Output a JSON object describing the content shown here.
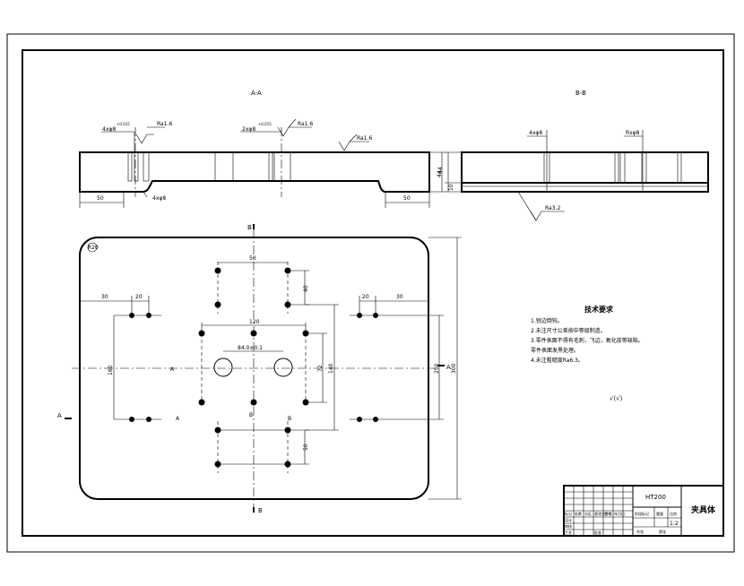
{
  "sections": {
    "aa_title": "A-A",
    "bb_title": "B-B"
  },
  "section_aa": {
    "roughness_main": "Ra1.6",
    "roughness_left": "Ra1.6",
    "roughness_mid": "Ra1.6",
    "hole_left_label": "4xφ8",
    "hole_left_tol": "+0.015",
    "hole_mid_label": "2xφ8",
    "hole_mid_tol": "+0.015",
    "bottom_hole_label": "4xφ8",
    "dim_left": "50",
    "dim_right": "50",
    "dim_height": "44"
  },
  "section_bb": {
    "hole_left_label": "4xφ8",
    "hole_right_label": "Rxφ8",
    "dim_height": "44",
    "dim_bottom": "10",
    "roughness": "Ra3.2"
  },
  "plan": {
    "top_B": "B",
    "bottom_B": "B",
    "left_A": "A",
    "right_A": "A",
    "corner_radius": "R20",
    "dim_50_top": "50",
    "dim_40": "40",
    "dim_30_left": "30",
    "dim_30_right": "30",
    "dim_20_left": "20",
    "dim_20_right": "20",
    "dim_120": "120",
    "dim_pin": "84.0±0.1",
    "dim_72": "72",
    "dim_140": "140",
    "dim_250": "250",
    "dim_300": "300",
    "dim_160": "160",
    "dim_50_bottom": "50",
    "label_A_center": "A",
    "label_B_center": "B",
    "label_A_low": "A",
    "label_B_low": "B"
  },
  "tech": {
    "title": "技术要求",
    "items": [
      "1.锐边倒钝。",
      "2.未注尺寸公差按中等级制造。",
      "3.零件表面不得有毛刺，飞边，氧化皮等缺陷。",
      "零件表面发黑处理。",
      "4.未注粗糙度Ra6.3。"
    ],
    "roughness_symbol": "√(√)"
  },
  "title_block": {
    "material": "HT200",
    "part_name": "夹具体",
    "scale": "1:2",
    "small_labels": [
      "标记",
      "处数",
      "分区",
      "更改文件号",
      "签名",
      "年月日",
      "设计",
      "审核",
      "工艺",
      "批准",
      "阶段标记",
      "重量",
      "比例",
      "共张",
      "第张"
    ]
  }
}
